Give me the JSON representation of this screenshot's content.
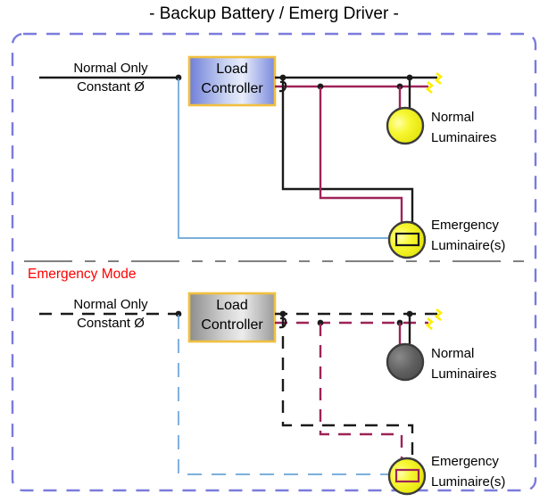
{
  "title": "- Backup Battery / Emerg Driver -",
  "colors": {
    "border_dashed": "#7b7bdd",
    "wire_black": "#1a1a1a",
    "wire_maroon": "#9e2357",
    "wire_blue": "#6aa4d8",
    "lamp_on": "#f2f20d",
    "lamp_off": "#5c5c5c",
    "controller_border": "#f0c040",
    "emergency_text": "#ff0000",
    "end_cap": "#ffee00",
    "divider": "#808080"
  },
  "sections": [
    {
      "id": "normal-mode",
      "mode_label": "",
      "feed": {
        "numerator": "Normal Only",
        "denominator": "Constant Ø",
        "energized": true
      },
      "controller": {
        "line1": "Load",
        "line2": "Controller",
        "state": "energized"
      },
      "luminaires": [
        {
          "id": "normal-luminaire",
          "line1": "Normal",
          "line2": "Luminaires",
          "state": "on",
          "has_battery_icon": false
        },
        {
          "id": "emergency-luminaire",
          "line1": "Emergency",
          "line2": "Luminaire(s)",
          "state": "on",
          "has_battery_icon": true
        }
      ]
    },
    {
      "id": "emergency-mode",
      "mode_label": "Emergency Mode",
      "feed": {
        "numerator": "Normal Only",
        "denominator": "Constant Ø",
        "energized": false
      },
      "controller": {
        "line1": "Load",
        "line2": "Controller",
        "state": "de-energized"
      },
      "luminaires": [
        {
          "id": "normal-luminaire-off",
          "line1": "Normal",
          "line2": "Luminaires",
          "state": "off",
          "has_battery_icon": false
        },
        {
          "id": "emergency-luminaire-on",
          "line1": "Emergency",
          "line2": "Luminaire(s)",
          "state": "on",
          "has_battery_icon": true
        }
      ]
    }
  ]
}
